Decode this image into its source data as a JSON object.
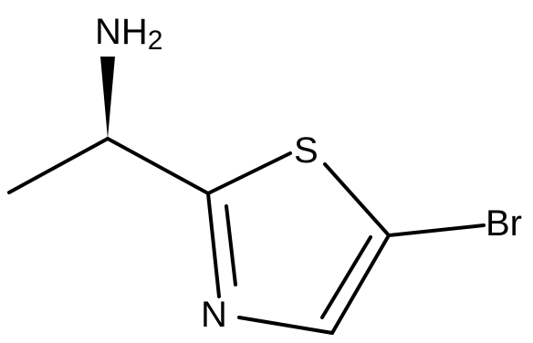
{
  "molecule": {
    "atoms": {
      "amine": {
        "symbol": "N",
        "hydrogens": "H",
        "subscript": "2"
      },
      "sulfur": {
        "symbol": "S"
      },
      "nitrogen": {
        "symbol": "N"
      },
      "bromine": {
        "symbol": "Br"
      }
    },
    "stereo_center": "wedge",
    "ring": "thiazole"
  },
  "colors": {
    "ink": "#000000",
    "background": "#ffffff"
  }
}
